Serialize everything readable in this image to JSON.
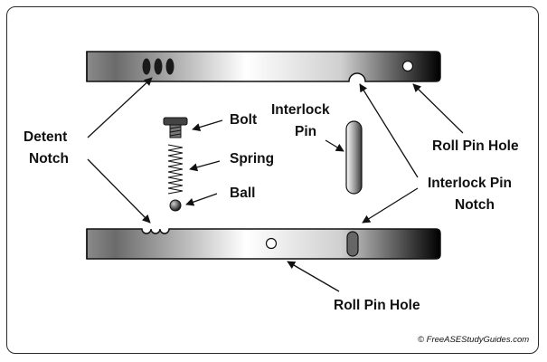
{
  "labels": {
    "detent_notch_line1": "Detent",
    "detent_notch_line2": "Notch",
    "bolt": "Bolt",
    "spring": "Spring",
    "ball": "Ball",
    "interlock_pin_line1": "Interlock",
    "interlock_pin_line2": "Pin",
    "roll_pin_hole_top": "Roll Pin Hole",
    "interlock_pin_notch_line1": "Interlock Pin",
    "interlock_pin_notch_line2": "Notch",
    "roll_pin_hole_bottom": "Roll Pin Hole"
  },
  "credit": "© FreeASEStudyGuides.com",
  "colors": {
    "rail_dark": "#000000",
    "rail_light": "#ffffff",
    "stroke": "#111111"
  }
}
